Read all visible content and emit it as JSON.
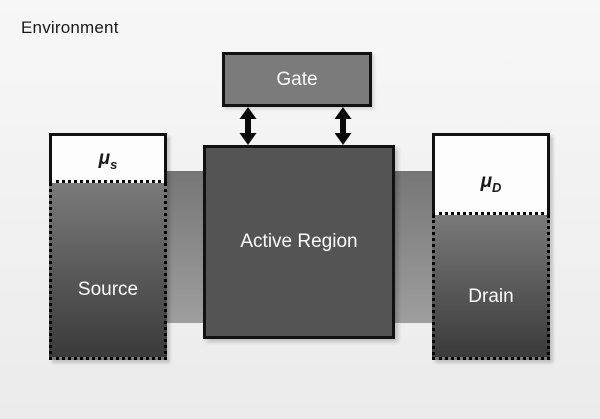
{
  "environment_label": "Environment",
  "gate": {
    "label": "Gate"
  },
  "active_region": {
    "label": "Active Region"
  },
  "source": {
    "label": "Source",
    "mu_symbol": "μ",
    "mu_subscript": "s"
  },
  "drain": {
    "label": "Drain",
    "mu_symbol": "μ",
    "mu_subscript": "D"
  },
  "icons": {
    "gate_coupling": "double-headed-vertical-arrow"
  },
  "colors": {
    "bg-top": "#f7f7f7",
    "bg-bottom": "#ebebeb",
    "gate-fill": "#7b7b7b",
    "active-fill": "#545454",
    "reservoir-top": "#7a7a7a",
    "reservoir-bottom": "#3a3a3a",
    "channel-top": "#767676",
    "channel-bottom": "#9e9e9e",
    "white-fill": "#fdfdfd",
    "box-border": "#111111",
    "label-light": "#fafafa",
    "label-dark": "#1a1a1a",
    "arrow-color": "#0a0a0a"
  }
}
